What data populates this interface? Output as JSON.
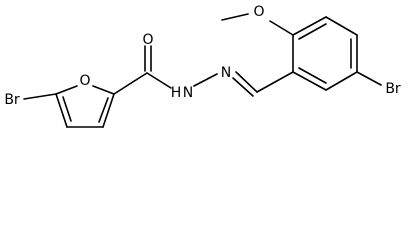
{
  "molecule": {
    "atoms": {
      "o_carbonyl": "O",
      "o_methoxy": "O",
      "o_furan": "O",
      "br_furan": "Br",
      "br_benzene": "Br",
      "nh": "H",
      "n_imine": "N",
      "n_amide": "N"
    }
  },
  "colors": {
    "stroke": "#000000",
    "background": "#ffffff"
  }
}
